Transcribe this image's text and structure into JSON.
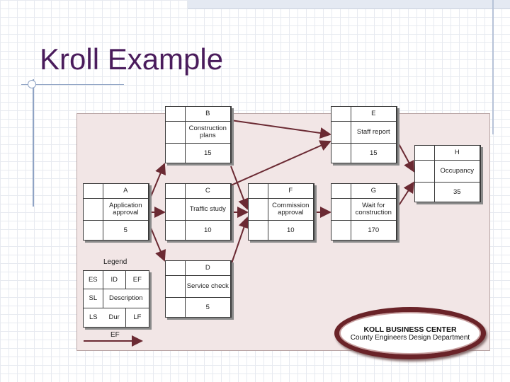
{
  "slide": {
    "title": "Kroll Example"
  },
  "legend": {
    "label": "Legend",
    "es": "ES",
    "id": "ID",
    "ef": "EF",
    "sl": "SL",
    "description": "Description",
    "ls": "LS",
    "dur": "Dur",
    "lf": "LF",
    "arrow_label": "EF"
  },
  "activities": {
    "A": {
      "id": "A",
      "description": "Application approval",
      "duration": "5"
    },
    "B": {
      "id": "B",
      "description": "Construction plans",
      "duration": "15"
    },
    "C": {
      "id": "C",
      "description": "Traffic study",
      "duration": "10"
    },
    "D": {
      "id": "D",
      "description": "Service check",
      "duration": "5"
    },
    "E": {
      "id": "E",
      "description": "Staff report",
      "duration": "15"
    },
    "F": {
      "id": "F",
      "description": "Commission approval",
      "duration": "10"
    },
    "G": {
      "id": "G",
      "description": "Wait for construction",
      "duration": "170"
    },
    "H": {
      "id": "H",
      "description": "Occupancy",
      "duration": "35"
    }
  },
  "seal": {
    "line1": "KOLL BUSINESS CENTER",
    "line2": "County Engineers Design Department"
  },
  "colors": {
    "arrow": "#6b2a33",
    "title": "#4a1c5c",
    "figure_bg": "#f2e6e6"
  }
}
